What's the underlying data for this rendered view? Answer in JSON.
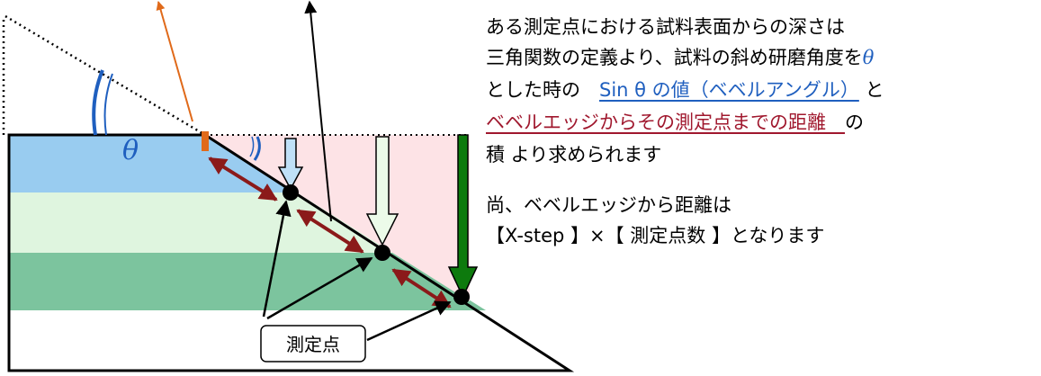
{
  "diagram": {
    "theta_symbol": "θ",
    "point_label": "測定点",
    "colors": {
      "layer_blue": "#99ccf0",
      "layer_light_green": "#dff5df",
      "layer_dark_green": "#7cc49e",
      "pink_region": "#fde3e6",
      "arrow_red": "#8b1a1a",
      "orange": "#e06a1a",
      "arc_blue": "#1f5fbf",
      "arrow_dark_green": "#0d7a0d"
    }
  },
  "explanation": {
    "line1": "ある測定点における試料表面からの深さは",
    "line2_a": "三角関数の定義より、試料の斜め研磨角度を",
    "line2_theta": "θ",
    "line3_a": "とした時の　",
    "line3_link": "Sin θ の値（ベベルアングル）",
    "line3_b": " と",
    "line4_link": "ベベルエッジからその測定点までの距離　",
    "line4_b": "の",
    "line5": "積 より求められます",
    "line6": "尚、ベベルエッジから距離は",
    "line7": "【X-step 】×【 測定点数 】となります"
  }
}
